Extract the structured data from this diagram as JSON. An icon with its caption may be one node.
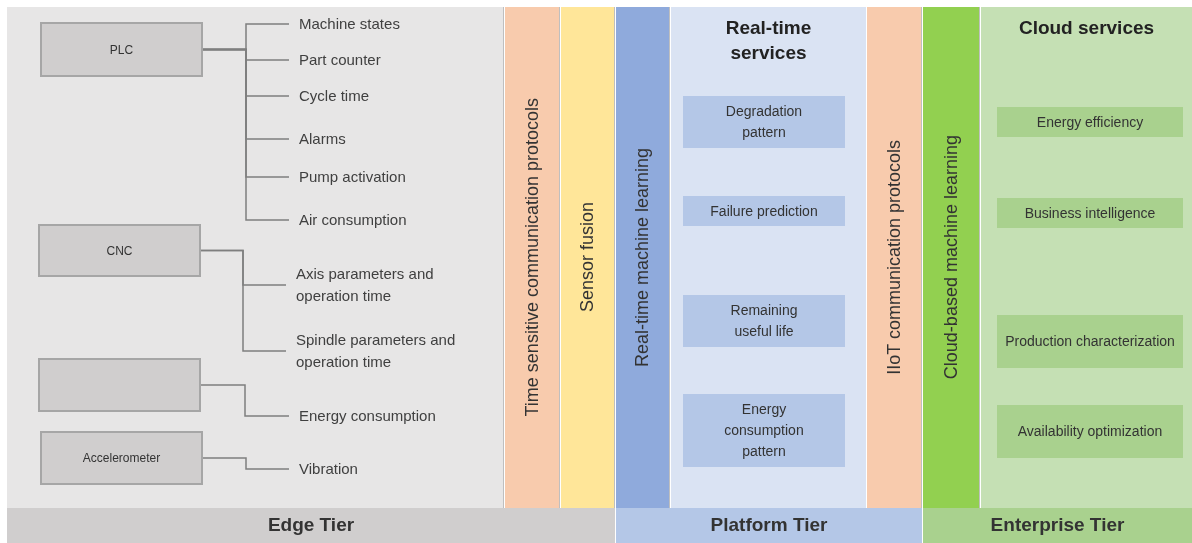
{
  "diagram": {
    "nodes": [
      {
        "text": [
          "PLC"
        ]
      },
      {
        "text": [
          "Machine states"
        ]
      },
      {
        "text": [
          "Part counter"
        ]
      },
      {
        "text": [
          "Cycle time"
        ]
      },
      {
        "text": [
          "Alarms"
        ]
      },
      {
        "text": [
          "Pump activation"
        ]
      },
      {
        "text": [
          "Air consumption"
        ]
      },
      {
        "text": [
          "CNC"
        ]
      },
      {
        "text": [
          "Axis parameters and operation time"
        ]
      },
      {
        "text": [
          "Spindle parameters and operation time"
        ]
      },
      {
        "text": [],
        "shape": "box"
      },
      {
        "text": [
          "Energy consumption"
        ]
      },
      {
        "text": [
          "Accelerometer"
        ]
      },
      {
        "text": [
          "Vibration"
        ]
      },
      {
        "text": [
          "Time sensitive communication protocols"
        ]
      },
      {
        "text": [
          "Sensor fusion"
        ]
      },
      {
        "text": [
          "Real-time machine learning"
        ]
      },
      {
        "text": [
          "Real-time services"
        ]
      },
      {
        "text": [
          "Degradation pattern"
        ],
        "in": 17
      },
      {
        "text": [
          "Failure prediction"
        ],
        "in": 17
      },
      {
        "text": [
          "Remaining useful life"
        ],
        "in": 17
      },
      {
        "text": [
          "Energy consumption pattern"
        ],
        "in": 17
      },
      {
        "text": [
          "IIoT communication protocols"
        ]
      },
      {
        "text": [
          "Cloud-based machine learning"
        ]
      },
      {
        "text": [
          "Cloud services"
        ]
      },
      {
        "text": [
          "Energy efficiency"
        ],
        "in": 24
      },
      {
        "text": [
          "Business intelligence"
        ],
        "in": 24
      },
      {
        "text": [
          "Production characterization"
        ],
        "in": 24
      },
      {
        "text": [
          "Availability optimization"
        ],
        "in": 24
      },
      {
        "text": [
          "Edge Tier"
        ]
      },
      {
        "text": [
          "Platform Tier"
        ]
      },
      {
        "text": [
          "Enterprise Tier"
        ]
      }
    ],
    "edges": [
      {
        "from": 0,
        "to": 1,
        "arrow": "none"
      },
      {
        "from": 0,
        "to": 2,
        "arrow": "none"
      },
      {
        "from": 0,
        "to": 3,
        "arrow": "none"
      },
      {
        "from": 0,
        "to": 4,
        "arrow": "none"
      },
      {
        "from": 0,
        "to": 5,
        "arrow": "none"
      },
      {
        "from": 0,
        "to": 6,
        "arrow": "none"
      },
      {
        "from": 7,
        "to": 8,
        "arrow": "none"
      },
      {
        "from": 7,
        "to": 9,
        "arrow": "none"
      },
      {
        "from": 10,
        "to": 11,
        "arrow": "none"
      },
      {
        "from": 12,
        "to": 13,
        "arrow": "none"
      }
    ]
  }
}
